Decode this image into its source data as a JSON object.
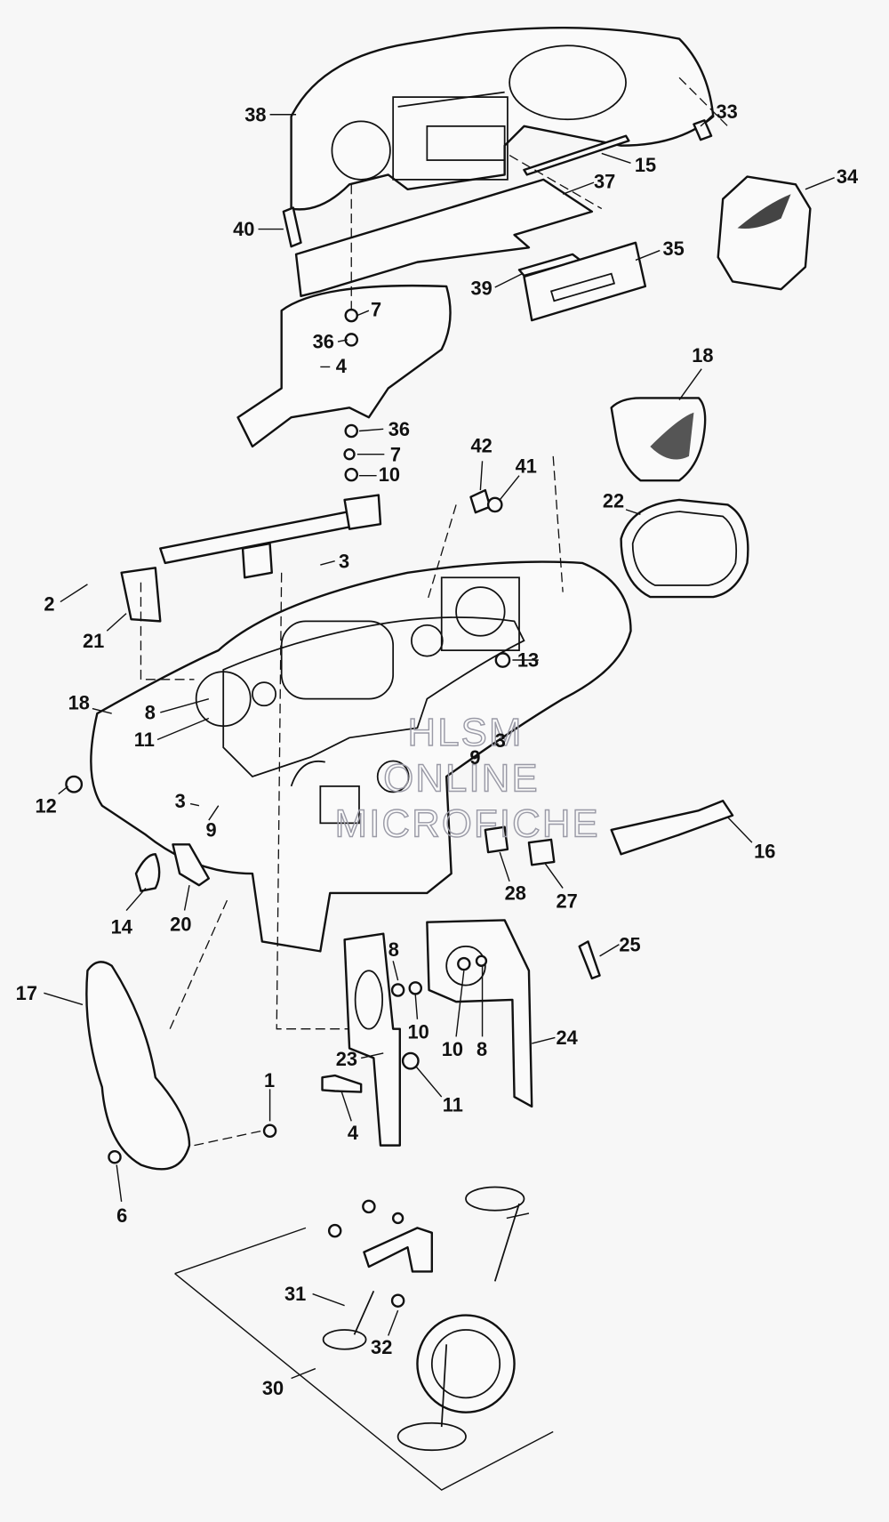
{
  "diagram": {
    "type": "exploded parts diagram",
    "watermark": [
      "HLSM",
      "ONLINE",
      "MICROFICHE"
    ],
    "callouts": [
      "38",
      "33",
      "15",
      "34",
      "37",
      "40",
      "35",
      "39",
      "7",
      "36",
      "4",
      "18",
      "36",
      "7",
      "10",
      "42",
      "41",
      "22",
      "3",
      "2",
      "21",
      "13",
      "18",
      "8",
      "11",
      "12",
      "3",
      "9",
      "3",
      "9",
      "14",
      "20",
      "28",
      "27",
      "16",
      "25",
      "17",
      "8",
      "10",
      "10",
      "8",
      "24",
      "23",
      "11",
      "1",
      "4",
      "6",
      "31",
      "32",
      "30"
    ]
  }
}
